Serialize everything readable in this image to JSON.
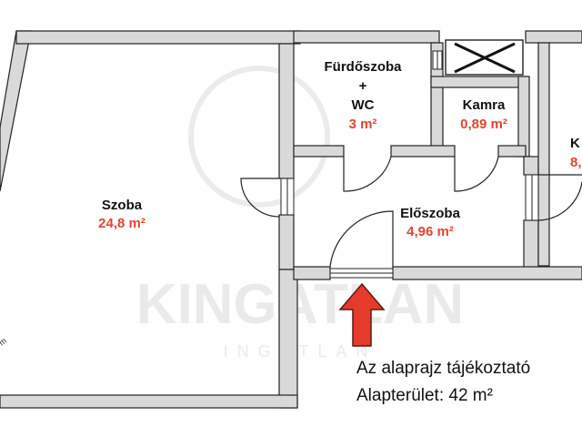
{
  "rooms": {
    "szoba": {
      "name": "Szoba",
      "area": "24,8 m²"
    },
    "furdo": {
      "name_line1": "Fürdőszoba",
      "name_line2": "+",
      "name_line3": "WC",
      "area": "3 m²"
    },
    "kamra": {
      "name": "Kamra",
      "area": "0,89 m²"
    },
    "eloszoba": {
      "name": "Előszoba",
      "area": "4,96 m²"
    },
    "konyha": {
      "name_partial": "K",
      "area_partial": "8,"
    }
  },
  "notes": {
    "line1": "Az alaprajz tájékoztató",
    "line2": "Alapterület: 42 m²"
  },
  "watermark": {
    "text": "KINGATLAN",
    "subtext": "INGATLAN"
  },
  "colors": {
    "area_text": "#e0452e",
    "arrow": "#e53b2c",
    "wall": "#d9d9d9",
    "wall_outline": "#222222"
  }
}
